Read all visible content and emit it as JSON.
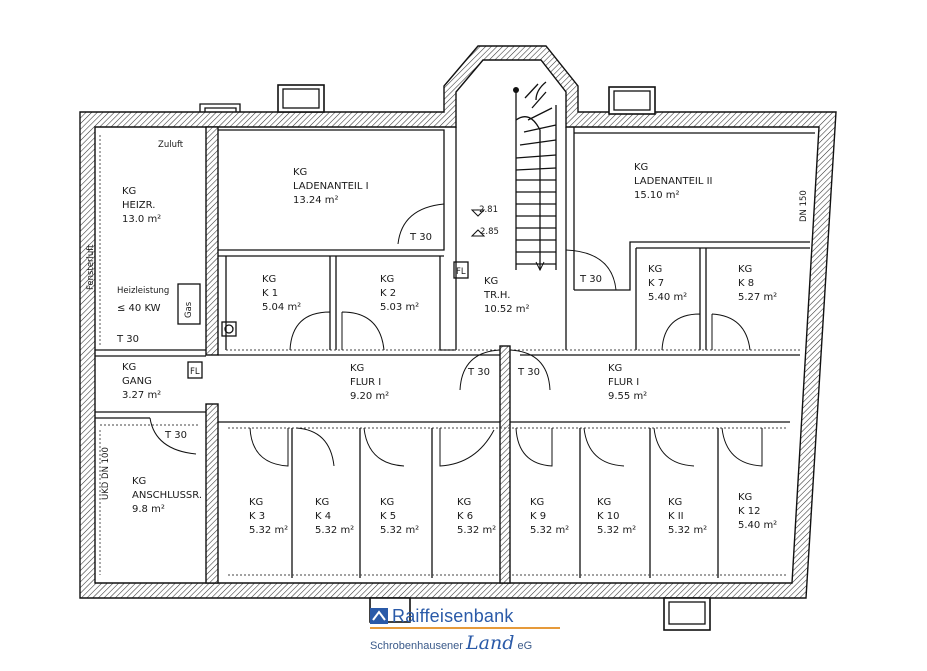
{
  "rooms": [
    {
      "id": "heizr",
      "l1": "KG",
      "l2": "HEIZR.",
      "l3": "13.0 m²"
    },
    {
      "id": "laden1",
      "l1": "KG",
      "l2": "LADENANTEIL I",
      "l3": "13.24 m²"
    },
    {
      "id": "laden2",
      "l1": "KG",
      "l2": "LADENANTEIL II",
      "l3": "15.10 m²"
    },
    {
      "id": "k1",
      "l1": "KG",
      "l2": "K 1",
      "l3": "5.04 m²"
    },
    {
      "id": "k2",
      "l1": "KG",
      "l2": "K 2",
      "l3": "5.03 m²"
    },
    {
      "id": "trh",
      "l1": "KG",
      "l2": "TR.H.",
      "l3": "10.52 m²"
    },
    {
      "id": "k7",
      "l1": "KG",
      "l2": "K 7",
      "l3": "5.40 m²"
    },
    {
      "id": "k8",
      "l1": "KG",
      "l2": "K 8",
      "l3": "5.27 m²"
    },
    {
      "id": "gang",
      "l1": "KG",
      "l2": "GANG",
      "l3": "3.27 m²"
    },
    {
      "id": "flur1a",
      "l1": "KG",
      "l2": "FLUR I",
      "l3": "9.20 m²"
    },
    {
      "id": "flur1b",
      "l1": "KG",
      "l2": "FLUR I",
      "l3": "9.55 m²"
    },
    {
      "id": "anschl",
      "l1": "KG",
      "l2": "ANSCHLUSSR.",
      "l3": "9.8 m²"
    },
    {
      "id": "k3",
      "l1": "KG",
      "l2": "K 3",
      "l3": "5.32 m²"
    },
    {
      "id": "k4",
      "l1": "KG",
      "l2": "K 4",
      "l3": "5.32 m²"
    },
    {
      "id": "k5",
      "l1": "KG",
      "l2": "K 5",
      "l3": "5.32 m²"
    },
    {
      "id": "k6",
      "l1": "KG",
      "l2": "K 6",
      "l3": "5.32 m²"
    },
    {
      "id": "k9",
      "l1": "KG",
      "l2": "K 9",
      "l3": "5.32 m²"
    },
    {
      "id": "k10",
      "l1": "KG",
      "l2": "K 10",
      "l3": "5.32 m²"
    },
    {
      "id": "k11",
      "l1": "KG",
      "l2": "K II",
      "l3": "5.32 m²"
    },
    {
      "id": "k12",
      "l1": "KG",
      "l2": "K 12",
      "l3": "5.40 m²"
    }
  ],
  "annotations": {
    "zuluft": "Zuluft",
    "heizleistung1": "Heizleistung",
    "heizleistung2": "≤ 40 KW",
    "gas": "Gas",
    "fenster": "Fensterluft",
    "t30": "T 30",
    "fl": "FL",
    "level1": "-2.81",
    "level2": "2.85",
    "dn150": "DN 150",
    "ukd": "UKD DN 100"
  },
  "logo": {
    "name": "Raiffeisenbank",
    "region": "Schrobenhausener",
    "script": "Land",
    "suffix": "eG"
  },
  "colors": {
    "logo_blue": "#2a5aa8",
    "logo_orange": "#e69a3a"
  }
}
